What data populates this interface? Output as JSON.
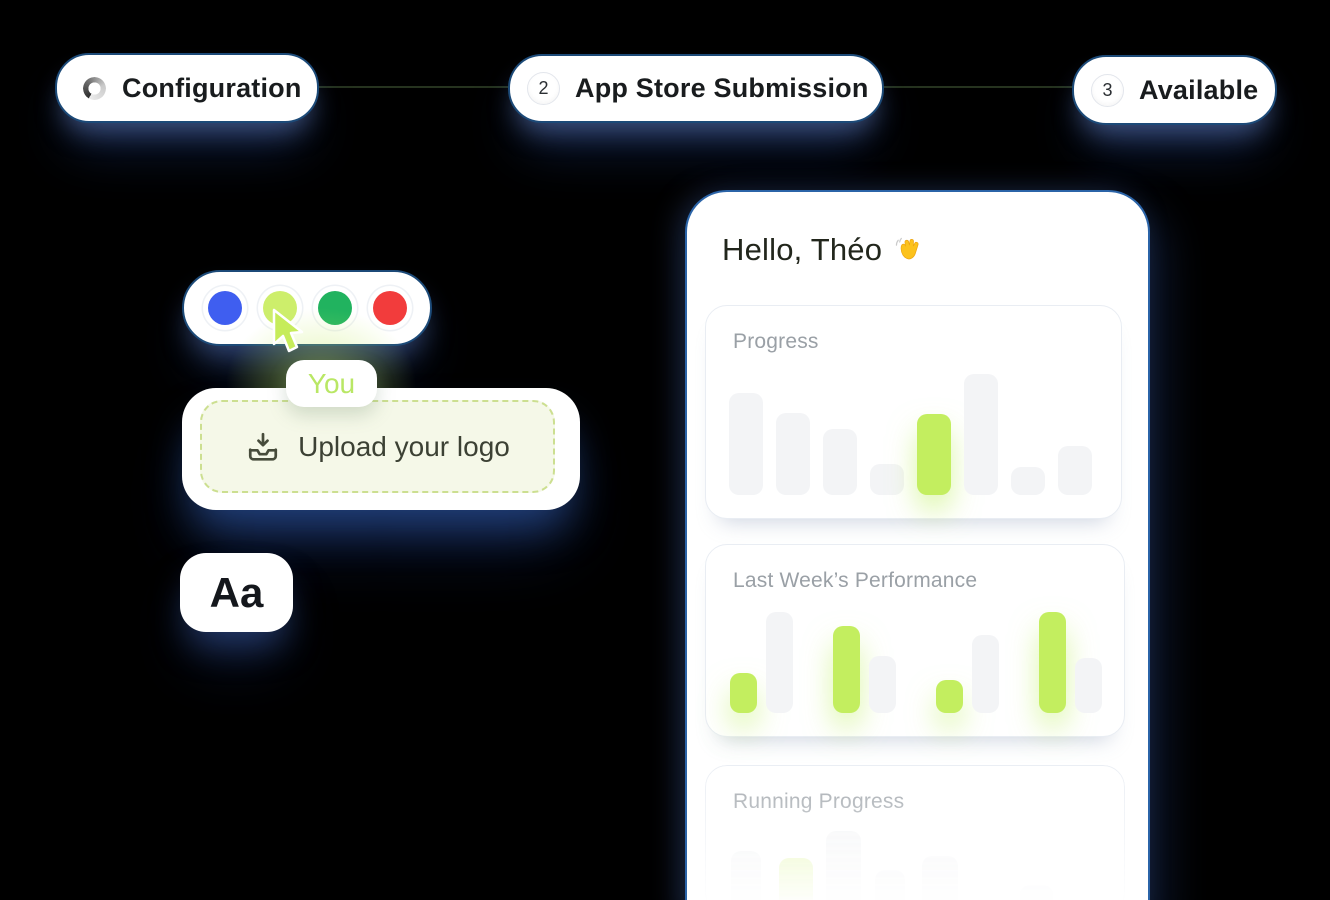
{
  "steps": {
    "items": [
      {
        "label": "Configuration",
        "icon": "spinner"
      },
      {
        "label": "App Store Submission",
        "number": "2"
      },
      {
        "label": "Available",
        "number": "3"
      }
    ]
  },
  "branding": {
    "swatches": [
      "#3f5ef0",
      "#cdee6b",
      "#21b35f",
      "#f23c3c"
    ],
    "selected_swatch_index": 1,
    "you_label": "You",
    "upload_label": "Upload your logo",
    "typography_sample": "Aa"
  },
  "phone": {
    "greeting": "Hello, Théo",
    "greeting_emoji": "👋"
  },
  "colors": {
    "accent_lime": "#c3ee5f",
    "bar_gray": "#f3f4f6",
    "pill_border_blue": "#1c4a78",
    "phone_border_blue": "#2b64a8",
    "cursor_lime": "#c6ec5a",
    "background": "#000000"
  },
  "chart_data": [
    {
      "type": "bar",
      "title": "Progress",
      "note": "no axes shown; values are bar heights in px",
      "layout": "flex",
      "values": [
        102,
        82,
        66,
        31,
        81,
        121,
        28,
        49
      ],
      "highlight_index": 4,
      "bars": [
        {
          "w": 34,
          "h": 102,
          "accent": false
        },
        {
          "w": 34,
          "h": 82,
          "accent": false
        },
        {
          "w": 34,
          "h": 66,
          "accent": false
        },
        {
          "w": 34,
          "h": 31,
          "accent": false
        },
        {
          "w": 34,
          "h": 81,
          "accent": true
        },
        {
          "w": 34,
          "h": 121,
          "accent": false
        },
        {
          "w": 34,
          "h": 28,
          "accent": false
        },
        {
          "w": 34,
          "h": 49,
          "accent": false
        }
      ]
    },
    {
      "type": "bar",
      "title": "Last Week’s Performance",
      "note": "4 paired groups, lime bar then gray bar; heights in px",
      "layout": "groups",
      "series": [
        {
          "name": "lime",
          "values": [
            40,
            87,
            33,
            101
          ]
        },
        {
          "name": "gray",
          "values": [
            101,
            57,
            78,
            55
          ]
        }
      ],
      "groups": [
        [
          {
            "w": 27,
            "h": 40,
            "accent": true
          },
          {
            "w": 27,
            "h": 101,
            "accent": false
          }
        ],
        [
          {
            "w": 27,
            "h": 87,
            "accent": true
          },
          {
            "w": 27,
            "h": 57,
            "accent": false
          }
        ],
        [
          {
            "w": 27,
            "h": 33,
            "accent": true
          },
          {
            "w": 27,
            "h": 78,
            "accent": false
          }
        ],
        [
          {
            "w": 27,
            "h": 101,
            "accent": true
          },
          {
            "w": 27,
            "h": 55,
            "accent": false
          }
        ]
      ]
    },
    {
      "type": "bar",
      "title": "Running Progress",
      "note": "card fades out at bottom edge of screen; bars clipped",
      "layout": "absolute",
      "extend": 160,
      "values": [
        52,
        45,
        72,
        33,
        47,
        18
      ],
      "highlight_index": 1,
      "bars": [
        {
          "x": 25,
          "top": 85,
          "w": 30,
          "accent": false
        },
        {
          "x": 73,
          "top": 92,
          "w": 34,
          "accent": true
        },
        {
          "x": 120,
          "top": 65,
          "w": 35,
          "accent": false
        },
        {
          "x": 169,
          "top": 104,
          "w": 30,
          "accent": false
        },
        {
          "x": 216,
          "top": 90,
          "w": 36,
          "accent": false
        },
        {
          "x": 314,
          "top": 119,
          "w": 33,
          "accent": false
        }
      ]
    }
  ]
}
